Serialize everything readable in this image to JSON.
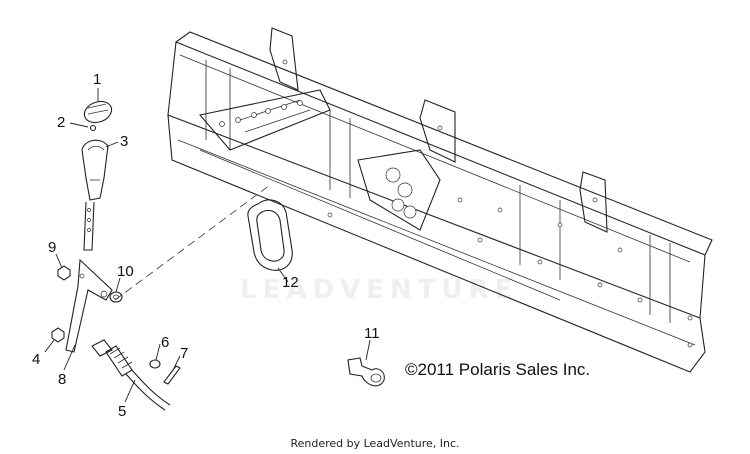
{
  "callouts": [
    {
      "id": "1",
      "label": "1"
    },
    {
      "id": "2",
      "label": "2"
    },
    {
      "id": "3",
      "label": "3"
    },
    {
      "id": "4",
      "label": "4"
    },
    {
      "id": "5",
      "label": "5"
    },
    {
      "id": "6",
      "label": "6"
    },
    {
      "id": "7",
      "label": "7"
    },
    {
      "id": "8",
      "label": "8"
    },
    {
      "id": "9",
      "label": "9"
    },
    {
      "id": "10",
      "label": "10"
    },
    {
      "id": "11",
      "label": "11"
    },
    {
      "id": "12",
      "label": "12"
    }
  ],
  "copyright": "©2011 Polaris Sales Inc.",
  "watermark": "LEADVENTURE",
  "footer": "Rendered by LeadVenture, Inc."
}
